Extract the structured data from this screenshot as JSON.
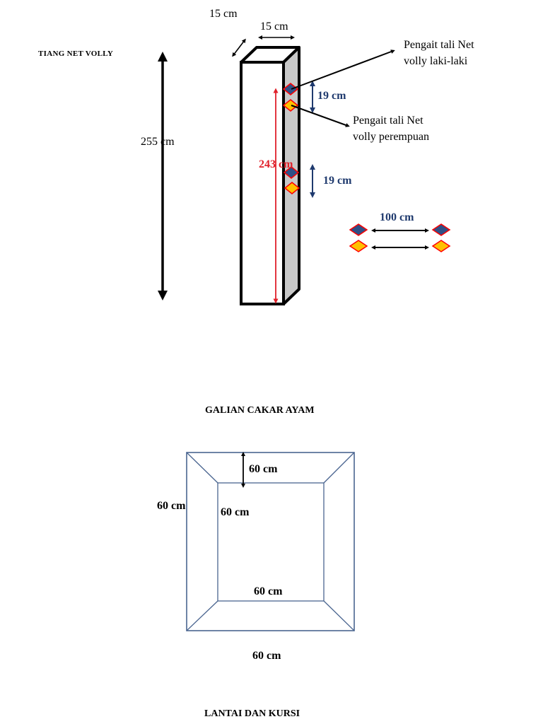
{
  "diagram1": {
    "title": "TIANG NET VOLLY",
    "depth_label": "15 cm",
    "width_label": "15 cm",
    "height_label": "255 cm",
    "inner_height_label": "243 cm",
    "spacing_upper_label": "19 cm",
    "spacing_lower_label": "19 cm",
    "hook_men_label_line1": "Pengait tali Net",
    "hook_men_label_line2": "volly laki-laki",
    "hook_women_label_line1": "Pengait tali Net",
    "hook_women_label_line2": "volly perempuan",
    "hook_distance_label": "100 cm",
    "colors": {
      "hook_men": "#2f4f86",
      "hook_women": "#ffc000",
      "hook_outline": "#ff0000",
      "side_face": "#c8c8c8",
      "height_arrow_red": "#e0202a",
      "spacing_arrow_blue": "#1f3a6e"
    }
  },
  "diagram2": {
    "title": "GALIAN CAKAR AYAM",
    "top_depth_label": "60 cm",
    "left_outer_label": "60 cm",
    "left_inner_label": "60 cm",
    "bottom_inner_label": "60 cm",
    "bottom_outer_label": "60 cm",
    "colors": {
      "outline": "#4a6590"
    }
  },
  "footer": {
    "title": "LANTAI DAN KURSI"
  }
}
